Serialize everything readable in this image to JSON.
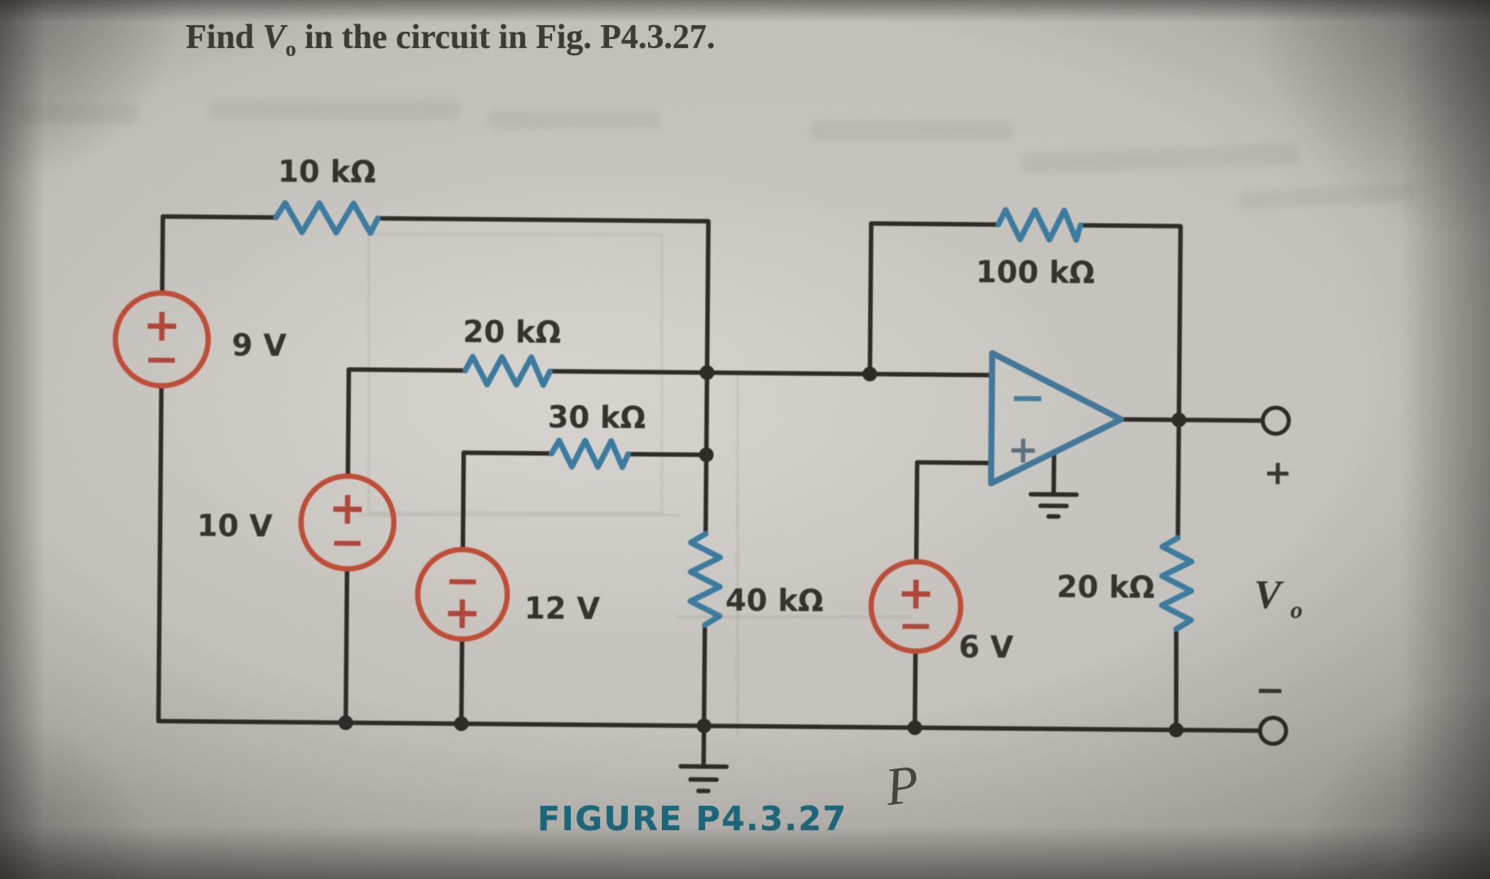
{
  "title": {
    "prefix": "Find ",
    "symbol": "V",
    "subscript": "o",
    "suffix": " in the circuit in Fig. P4.3.27."
  },
  "figure_caption": "FIGURE P4.3.27",
  "handwritten_note": "P",
  "signs": {
    "plus": "+",
    "minus": "−"
  },
  "resistors": {
    "r10k": "10 kΩ",
    "r20k_in": "20 kΩ",
    "r30k": "30 kΩ",
    "r40k": "40 kΩ",
    "r100k": "100 kΩ",
    "r20k_load": "20 kΩ"
  },
  "sources": {
    "v9": {
      "label": "9 V"
    },
    "v10": {
      "label": "10 V"
    },
    "v12": {
      "label": "12 V"
    },
    "v6": {
      "label": "6 V"
    }
  },
  "output": {
    "symbol": "V",
    "subscript": "o"
  },
  "colors": {
    "wire": "#2f2c28",
    "resistor_blue": "#3c7ca1",
    "source_red": "#c04e38",
    "sign_red": "#b2473a",
    "opamp_blue": "#42789b",
    "caption_teal": "#1c6f85",
    "label_ink": "#36332e",
    "paper": "#c7c3be"
  }
}
